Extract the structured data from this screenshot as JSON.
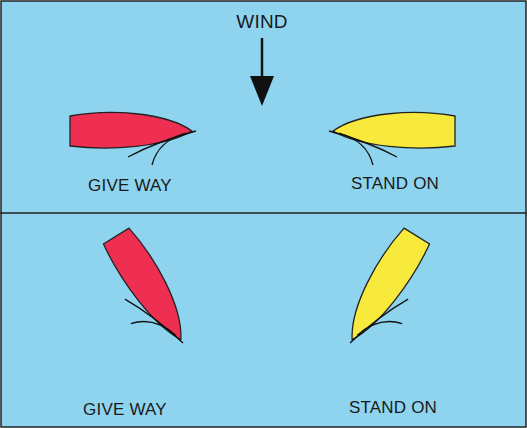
{
  "diagram": {
    "labels": [
      "WIND",
      "GIVE WAY",
      "STAND ON",
      "GIVE WAY",
      "STAND ON"
    ]
  }
}
